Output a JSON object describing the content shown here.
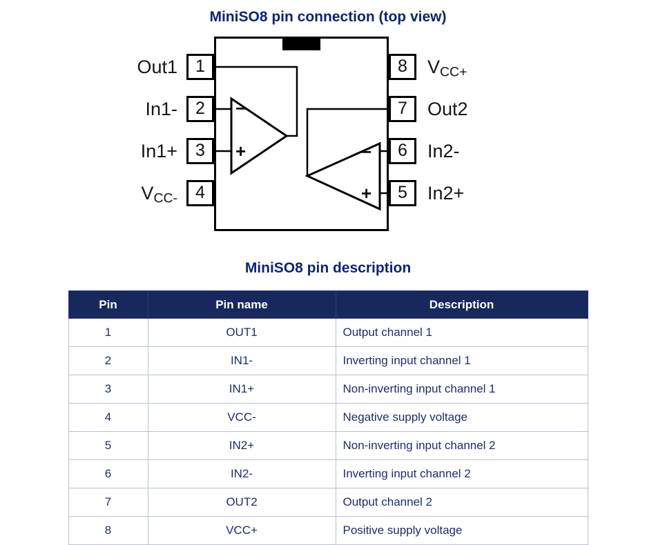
{
  "diagram": {
    "title": "MiniSO8 pin connection (top view)",
    "opamp1": {
      "minus": "−",
      "plus": "+"
    },
    "opamp2": {
      "minus": "−",
      "plus": "+"
    },
    "left_pins": [
      {
        "number": "1",
        "label_main": "Out1",
        "label_sub": ""
      },
      {
        "number": "2",
        "label_main": "In1-",
        "label_sub": ""
      },
      {
        "number": "3",
        "label_main": "In1+",
        "label_sub": ""
      },
      {
        "number": "4",
        "label_main": "V",
        "label_sub": "CC-"
      }
    ],
    "right_pins": [
      {
        "number": "8",
        "label_main": "V",
        "label_sub": "CC+"
      },
      {
        "number": "7",
        "label_main": "Out2",
        "label_sub": ""
      },
      {
        "number": "6",
        "label_main": "In2-",
        "label_sub": ""
      },
      {
        "number": "5",
        "label_main": "In2+",
        "label_sub": ""
      }
    ]
  },
  "table": {
    "title": "MiniSO8 pin description",
    "headers": [
      "Pin",
      "Pin name",
      "Description"
    ],
    "rows": [
      [
        "1",
        "OUT1",
        "Output channel 1"
      ],
      [
        "2",
        "IN1-",
        "Inverting input channel 1"
      ],
      [
        "3",
        "IN1+",
        "Non-inverting input channel 1"
      ],
      [
        "4",
        "VCC-",
        "Negative supply voltage"
      ],
      [
        "5",
        "IN2+",
        "Non-inverting input channel 2"
      ],
      [
        "6",
        "IN2-",
        "Inverting input channel 2"
      ],
      [
        "7",
        "OUT2",
        "Output channel 2"
      ],
      [
        "8",
        "VCC+",
        "Positive supply voltage"
      ]
    ]
  },
  "colors": {
    "title_navy": "#0c2572",
    "table_header_bg": "#17295c",
    "table_cell_text": "#1f2c6d",
    "table_border": "#b5c0d8",
    "diagram_ink": "#000000"
  }
}
